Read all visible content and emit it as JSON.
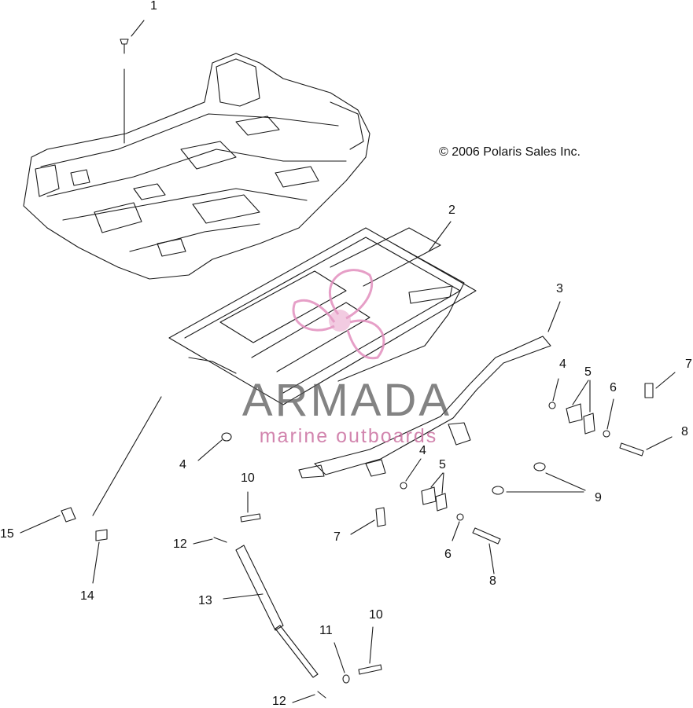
{
  "copyright": "© 2006 Polaris Sales Inc.",
  "watermark": {
    "brand": "ARMADA",
    "tagline": "marine outboards",
    "colors": {
      "brand": "#5a5a5a",
      "accent": "#e28fbe"
    }
  },
  "callouts": [
    {
      "id": "c1",
      "label": "1"
    },
    {
      "id": "c2",
      "label": "2"
    },
    {
      "id": "c3",
      "label": "3"
    },
    {
      "id": "c4a",
      "label": "4"
    },
    {
      "id": "c4b",
      "label": "4"
    },
    {
      "id": "c4c",
      "label": "4"
    },
    {
      "id": "c5a",
      "label": "5"
    },
    {
      "id": "c5b",
      "label": "5"
    },
    {
      "id": "c6a",
      "label": "6"
    },
    {
      "id": "c6b",
      "label": "6"
    },
    {
      "id": "c7a",
      "label": "7"
    },
    {
      "id": "c7b",
      "label": "7"
    },
    {
      "id": "c8a",
      "label": "8"
    },
    {
      "id": "c8b",
      "label": "8"
    },
    {
      "id": "c9",
      "label": "9"
    },
    {
      "id": "c10a",
      "label": "10"
    },
    {
      "id": "c10b",
      "label": "10"
    },
    {
      "id": "c11",
      "label": "11"
    },
    {
      "id": "c12a",
      "label": "12"
    },
    {
      "id": "c12b",
      "label": "12"
    },
    {
      "id": "c13",
      "label": "13"
    },
    {
      "id": "c14",
      "label": "14"
    },
    {
      "id": "c15",
      "label": "15"
    }
  ]
}
